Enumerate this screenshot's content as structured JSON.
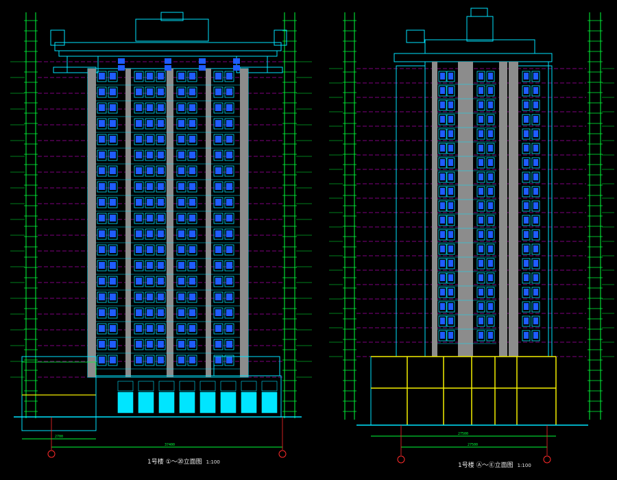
{
  "drawing_type": "building elevation (CAD)",
  "colors": {
    "background": "#000000",
    "outline": "#00e5ff",
    "window_fill": "#1f5cff",
    "wall": "#8c8c8c",
    "dimension": "#00ff3a",
    "level_line": "#ff00ff",
    "podium": "#f5f000",
    "text": "#e8e8e8",
    "accent_red": "#ff2a2a"
  },
  "left_elevation": {
    "title": "1号楼 ①～⑳立面图",
    "scale": "1:100",
    "axis_start": "①",
    "axis_end": "⑳",
    "floors_visible": 20,
    "overall_dim": "37400",
    "segment_dims": [
      "2700",
      "37400"
    ]
  },
  "right_elevation": {
    "title": "1号楼 Ⓐ～Ⓔ立面图",
    "scale": "1:100",
    "axis_start": "Ⓐ",
    "axis_end": "Ⓔ",
    "floors_visible": 20,
    "overall_dim": "27500",
    "segment_dims": [
      "27500"
    ]
  }
}
